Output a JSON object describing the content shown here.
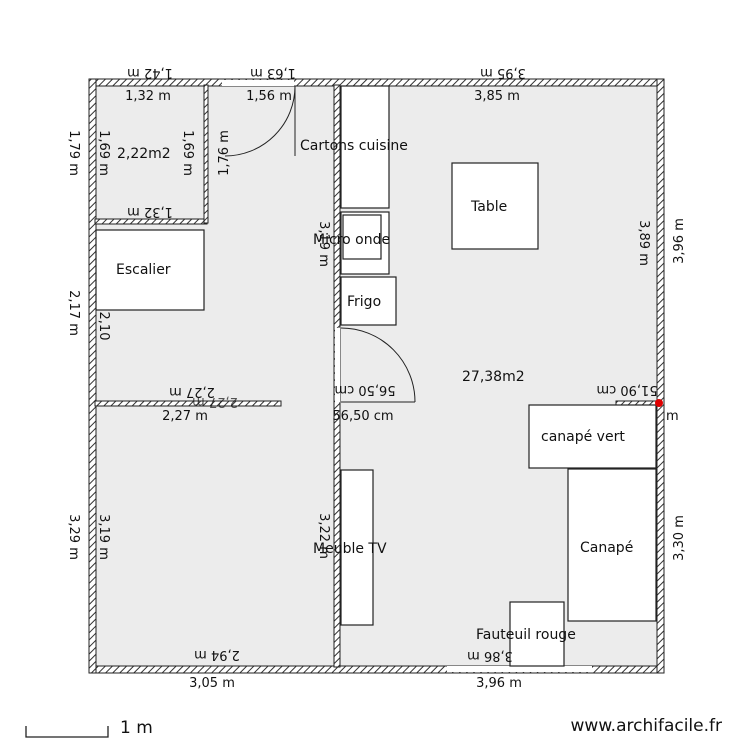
{
  "rooms": [
    {
      "id": "wc",
      "area": "2,22m2"
    },
    {
      "id": "main",
      "area": "27,38m2"
    }
  ],
  "furniture": {
    "cartons": "Cartons cuisine",
    "table": "Table",
    "micro": "Micro onde",
    "frigo": "Frigo",
    "escalier": "Escalier",
    "canape_vert": "canapé vert",
    "canape": "Canapé",
    "meuble_tv": "Meuble TV",
    "fauteuil": "Fauteuil rouge"
  },
  "dimensions": {
    "top_1": "1,42 m",
    "top_2": "1,63 m",
    "top_3": "3,95 m",
    "in_top_1": "1,32 m",
    "in_top_2": "1,56 m",
    "in_top_3": "3,85 m",
    "wc_bottom": "1,32 m",
    "left_1": "1,79 m",
    "left_1_in": "1,69 m",
    "wc_right_a": "1,69 m",
    "door_v": "1,76 m",
    "left_2": "2,17 m",
    "left_2_in": "2,10",
    "mid_h_a": "2,27 m",
    "mid_h_b": "2,27 m",
    "mid_h_c": "2,27 m",
    "left_3": "3,29 m",
    "left_3_in": "3,19 m",
    "bottom_1": "2,94 m",
    "bottom_1_out": "3,05 m",
    "bottom_2_in": "3,86 m",
    "bottom_2_out": "3,96 m",
    "right_1_in": "3,89 m",
    "right_1_out": "3,96 m",
    "right_2_out": "3,30 m",
    "partition_upper": "3,19 m",
    "partition_lower": "3,22 m",
    "door_a": "56,50 cm",
    "door_b": "56,50 cm",
    "right_door_a": "51,90 cm",
    "right_door_b": "m"
  },
  "scale": {
    "label": "1 m"
  },
  "watermark": "www.archifacile.fr",
  "colors": {
    "floor": "#ececec",
    "wall": "#333333",
    "marker": "#e00000"
  }
}
